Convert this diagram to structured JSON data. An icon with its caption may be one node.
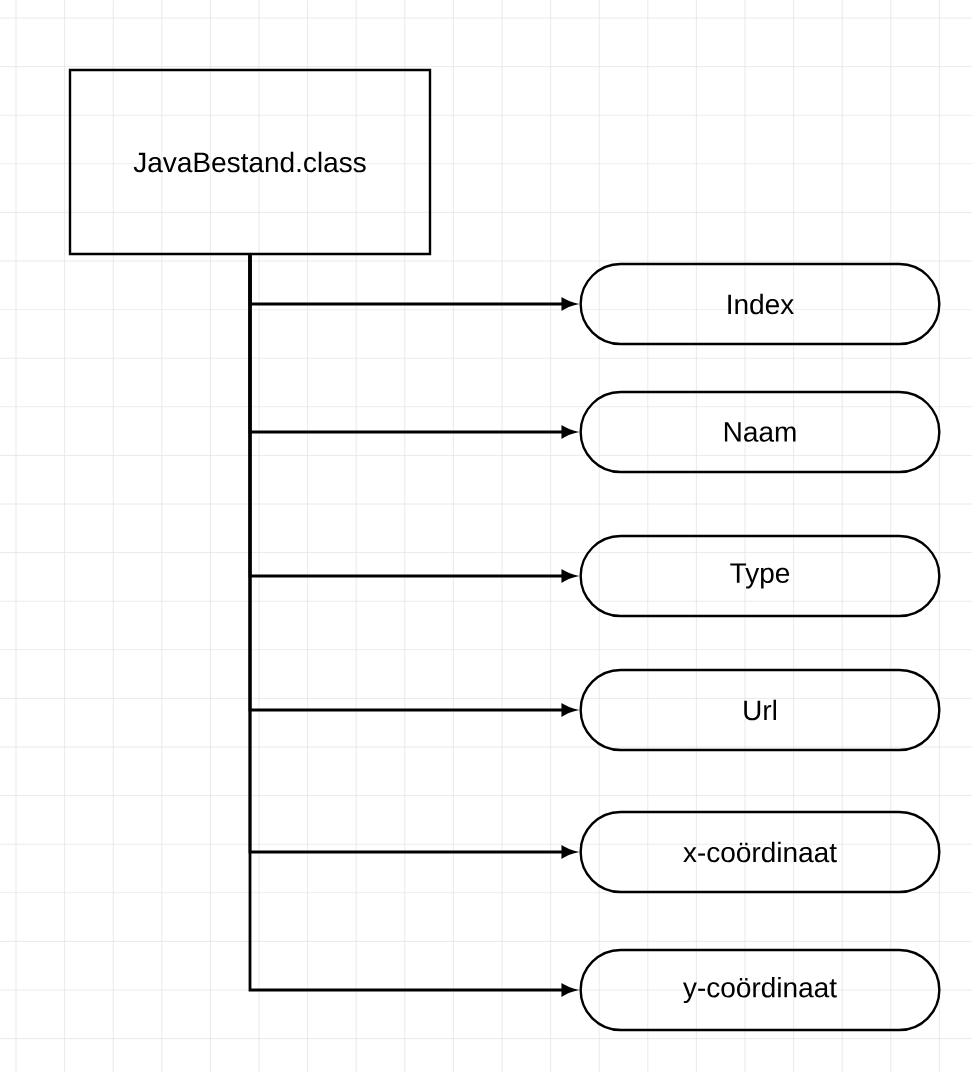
{
  "diagram": {
    "nodes": [
      {
        "text": [
          "JavaBestand.class"
        ]
      },
      {
        "text": [
          "Index"
        ]
      },
      {
        "text": [
          "Naam"
        ]
      },
      {
        "text": [
          "Type"
        ]
      },
      {
        "text": [
          "Url"
        ]
      },
      {
        "text": [
          "x-coördinaat"
        ]
      },
      {
        "text": [
          "y-coördinaat"
        ]
      }
    ],
    "edges": [
      {
        "from": 0,
        "to": 1,
        "arrow": "to"
      },
      {
        "from": 0,
        "to": 2,
        "arrow": "to"
      },
      {
        "from": 0,
        "to": 3,
        "arrow": "to"
      },
      {
        "from": 0,
        "to": 4,
        "arrow": "to"
      },
      {
        "from": 0,
        "to": 5,
        "arrow": "to"
      },
      {
        "from": 0,
        "to": 6,
        "arrow": "to"
      }
    ]
  }
}
